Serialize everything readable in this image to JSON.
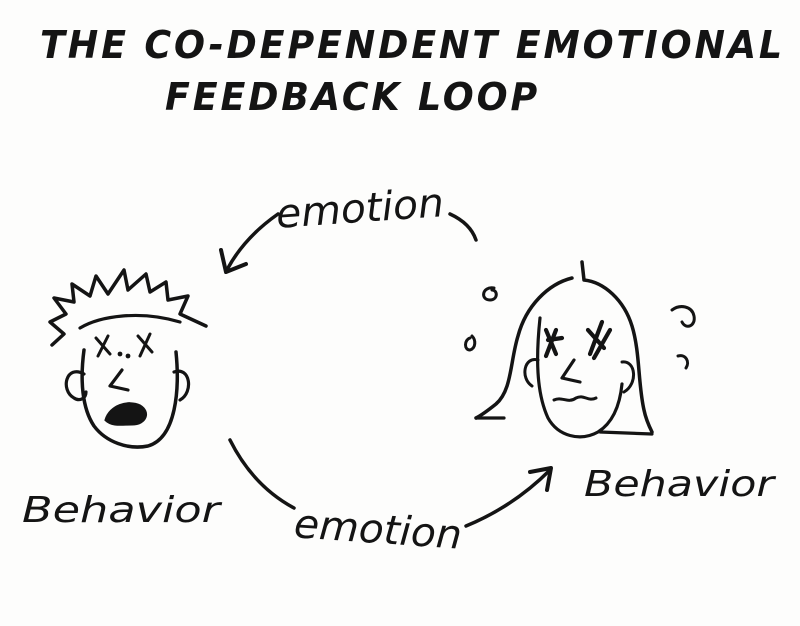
{
  "title": {
    "line1": "THE CO-DEPENDENT EMOTIONAL",
    "line2": "FEEDBACK LOOP"
  },
  "nodes": [
    {
      "id": "left-person",
      "label": "Behavior"
    },
    {
      "id": "right-person",
      "label": "Behavior"
    }
  ],
  "edges": [
    {
      "from": "right-person",
      "to": "left-person",
      "label": "emotion"
    },
    {
      "from": "left-person",
      "to": "right-person",
      "label": "emotion"
    }
  ],
  "colors": {
    "ink": "#141414",
    "paper": "#fdfdfc"
  },
  "icons": {
    "left_face": "stressed-man-face-icon",
    "right_face": "distressed-woman-face-icon"
  }
}
